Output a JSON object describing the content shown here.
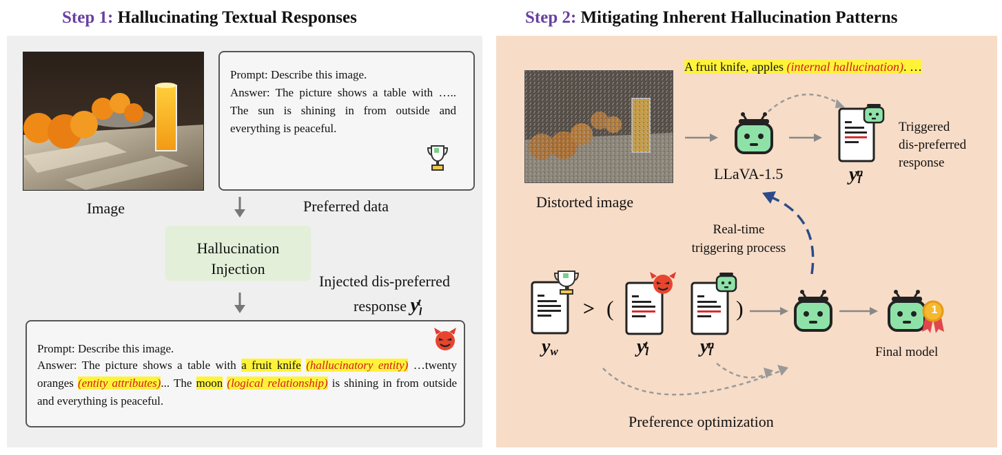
{
  "step1": {
    "title_prefix": "Step 1:",
    "title_rest": " Hallucinating Textual Responses",
    "image_label": "Image",
    "preferred_label": "Preferred data",
    "preferred_prompt_key": "Prompt:",
    "preferred_prompt": " Describe this image.",
    "preferred_answer": "Answer: The picture shows a table with ….. The sun is shining in from outside and everything is peaceful.",
    "injection_line1": "Hallucination",
    "injection_line2": "Injection",
    "injected_line1": "Injected dis-preferred",
    "injected_line2": "response",
    "injected_sym": "y",
    "injected_sub": "l",
    "injected_sup": "t",
    "bottom_prompt": "Prompt: Describe this image.",
    "bottom_answer_key": "Answer:",
    "bottom_answer_1": " The picture shows a table with ",
    "hl1": "a fruit knife",
    "tag1": "(hallucinatory entity)",
    "bottom_answer_2": " …twenty oranges ",
    "tag2": "(entity attributes)",
    "bottom_answer_3": "... The ",
    "hl3": "moon",
    "tag3": "(logical relationship)",
    "bottom_answer_4": " is shining in from outside and everything is peaceful."
  },
  "step2": {
    "title_prefix": "Step 2:",
    "title_rest": " Mitigating Inherent Hallucination Patterns",
    "top_text_1": "A fruit knife, apples ",
    "top_text_tag": "(internal hallucination)",
    "top_text_2": ". …",
    "distorted_label": "Distorted image",
    "model_label": "LLaVA-1.5",
    "triggered_line1": "Triggered",
    "triggered_line2": "dis-preferred",
    "triggered_line3": "response",
    "sym_y": "y",
    "sub_l": "l",
    "sub_w": "w",
    "sup_n": "n",
    "sup_t": "t",
    "realtime_line1": "Real-time",
    "realtime_line2": "triggering process",
    "gt": ">",
    "open_paren": "(",
    "close_paren": ")",
    "final_label": "Final model",
    "pref_opt_label": "Preference optimization",
    "medal_number": "1"
  },
  "colors": {
    "title_accent": "#6a3fa0",
    "highlight": "#fff33a",
    "tag_red": "#d21c1c",
    "robot_green": "#8ee2a8",
    "arrow_blue": "#2b4a8a",
    "panel_right_bg": "#f7dcc7",
    "panel_left_bg": "#efefef"
  },
  "icons": [
    "trophy-icon",
    "devil-icon",
    "robot-icon",
    "document-icon",
    "medal-icon",
    "arrow-icon"
  ]
}
